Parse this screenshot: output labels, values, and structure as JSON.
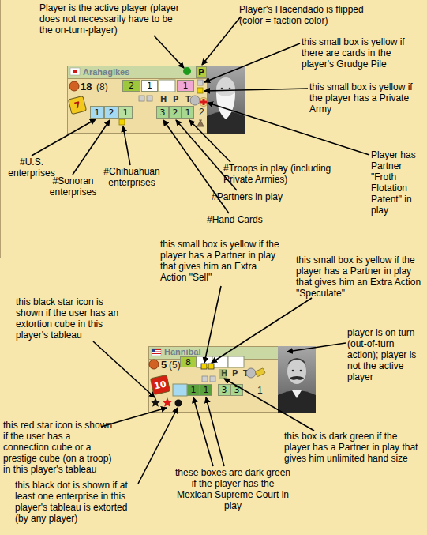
{
  "diagram": {
    "nodes": [
      {
        "text": [
          "Arahagikes",
          "18",
          "(8)",
          "H",
          "P",
          "T",
          "2"
        ]
      },
      {
        "text": [
          "P"
        ],
        "in": 0
      },
      {
        "text": [
          "2"
        ],
        "in": 0
      },
      {
        "text": [
          "1"
        ],
        "in": 0
      },
      {
        "text": [
          "1"
        ],
        "in": 0
      },
      {
        "text": [
          "7"
        ],
        "in": 0
      },
      {
        "text": [
          "1"
        ],
        "in": 0
      },
      {
        "text": [
          "2"
        ],
        "in": 0
      },
      {
        "text": [
          "1"
        ],
        "in": 0
      },
      {
        "text": [
          "3"
        ],
        "in": 0
      },
      {
        "text": [
          "2"
        ],
        "in": 0
      },
      {
        "text": [
          "1"
        ],
        "in": 0
      },
      {
        "text": [
          "Hannibal",
          "5",
          "(5)",
          "H",
          "P",
          "T",
          "1"
        ]
      },
      {
        "text": [
          "8"
        ],
        "in": 12
      },
      {
        "text": [
          "10"
        ],
        "in": 12
      },
      {
        "text": [
          "1"
        ],
        "in": 12
      },
      {
        "text": [
          "1"
        ],
        "in": 12
      },
      {
        "text": [
          "3"
        ],
        "in": 12
      },
      {
        "text": [
          "3"
        ],
        "in": 12
      }
    ],
    "labels": [
      "Player is the active player (player does not necessarily have to be the on-turn-player)",
      "Player's Hacendado is flipped (color = faction color)",
      "this small box is yellow if there are cards in the player's Grudge Pile",
      "this small box is yellow if the player has a Private Army",
      "#U.S. enterprises",
      "#Troops in play (including Private Armies)",
      "Player has Partner \"Froth Flotation Patent\" in play",
      "#Sonoran enterprises",
      "#Chihuahuan enterprises",
      "#Partners in play",
      "#Hand Cards",
      "this small box is yellow if the player has a Partner in play that gives him an Extra Action \"Sell\"",
      "this small box is yellow if the player has a Partner in play that gives him an Extra Action \"Speculate\"",
      "this black star icon is shown if the user has an extortion cube in this player's tableau",
      "player is on turn (out-of-turn action); player is not the active player",
      "this red star icon is shown if the user has a connection cube or a prestige cube (on a troop) in this player's tableau",
      "this box is dark green if the player has a Partner in play that gives him unlimited hand size",
      "these boxes are dark green if the player has the Mexican Supreme Court in play",
      "this black dot is shown if at least one enterprise in this player's tableau is extorted (by any player)"
    ]
  }
}
